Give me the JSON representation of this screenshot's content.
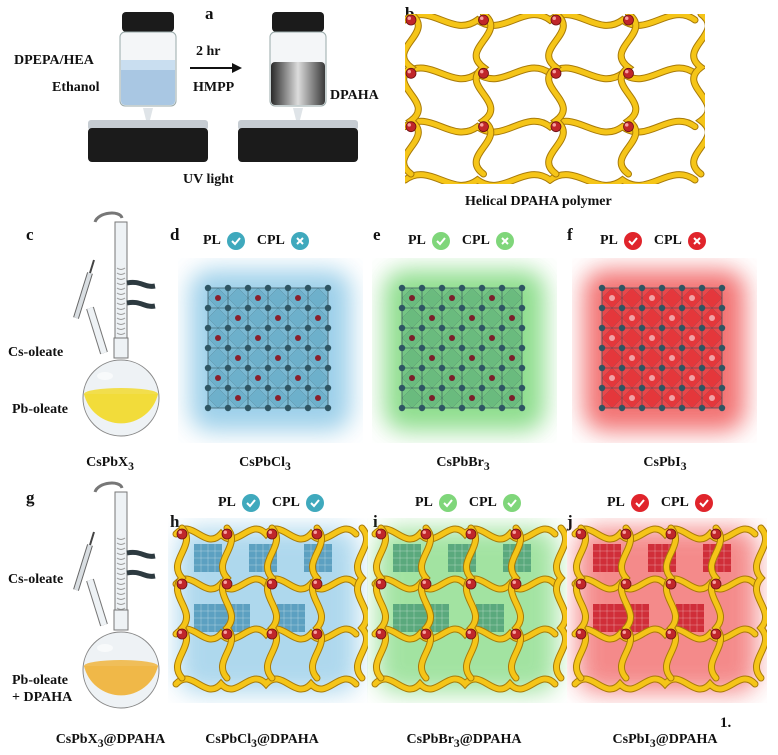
{
  "panels": {
    "a": {
      "label": "a",
      "left_top": "DPEPA/HEA",
      "left_bottom": "Ethanol",
      "arrow_top": "2 hr",
      "arrow_bottom": "HMPP",
      "right": "DPAHA",
      "caption": "UV light"
    },
    "b": {
      "label": "b",
      "caption": "Helical DPAHA polymer"
    },
    "c": {
      "label": "c",
      "cs": "Cs-oleate",
      "pb": "Pb-oleate",
      "caption": "CsPbX",
      "sub": "3"
    },
    "d": {
      "label": "d",
      "pl": "PL",
      "cpl": "CPL",
      "caption": "CsPbCl",
      "sub": "3"
    },
    "e": {
      "label": "e",
      "pl": "PL",
      "cpl": "CPL",
      "caption": "CsPbBr",
      "sub": "3"
    },
    "f": {
      "label": "f",
      "pl": "PL",
      "cpl": "CPL",
      "caption": "CsPbI",
      "sub": "3"
    },
    "g": {
      "label": "g",
      "cs": "Cs-oleate",
      "pb": "Pb-oleate",
      "pb2": "+ DPAHA",
      "caption": "CsPbX",
      "sub": "3",
      "suffix": "@DPAHA"
    },
    "h": {
      "label": "h",
      "pl": "PL",
      "cpl": "CPL",
      "caption": "CsPbCl",
      "sub": "3",
      "suffix": "@DPAHA"
    },
    "i": {
      "label": "i",
      "pl": "PL",
      "cpl": "CPL",
      "caption": "CsPbBr",
      "sub": "3",
      "suffix": "@DPAHA"
    },
    "j": {
      "label": "j",
      "pl": "PL",
      "cpl": "CPL",
      "caption": "CsPbI",
      "sub": "3",
      "suffix": "@DPAHA"
    }
  },
  "footer": "1.",
  "colors": {
    "blue": "#3fa9bd",
    "green": "#7fd67a",
    "red": "#e0242b",
    "glow_blue": "#8cc8e6",
    "glow_green": "#7cd87a",
    "glow_red": "#f05a5a",
    "polymer": "#f5c518",
    "node": "#c0262a",
    "solution_yellow": "#f2dc3a",
    "solution_orange": "#f0b848"
  },
  "icons": [
    "check-icon",
    "cross-icon",
    "uv-lamp-icon",
    "vial-icon",
    "flask-icon",
    "syringe-icon"
  ]
}
